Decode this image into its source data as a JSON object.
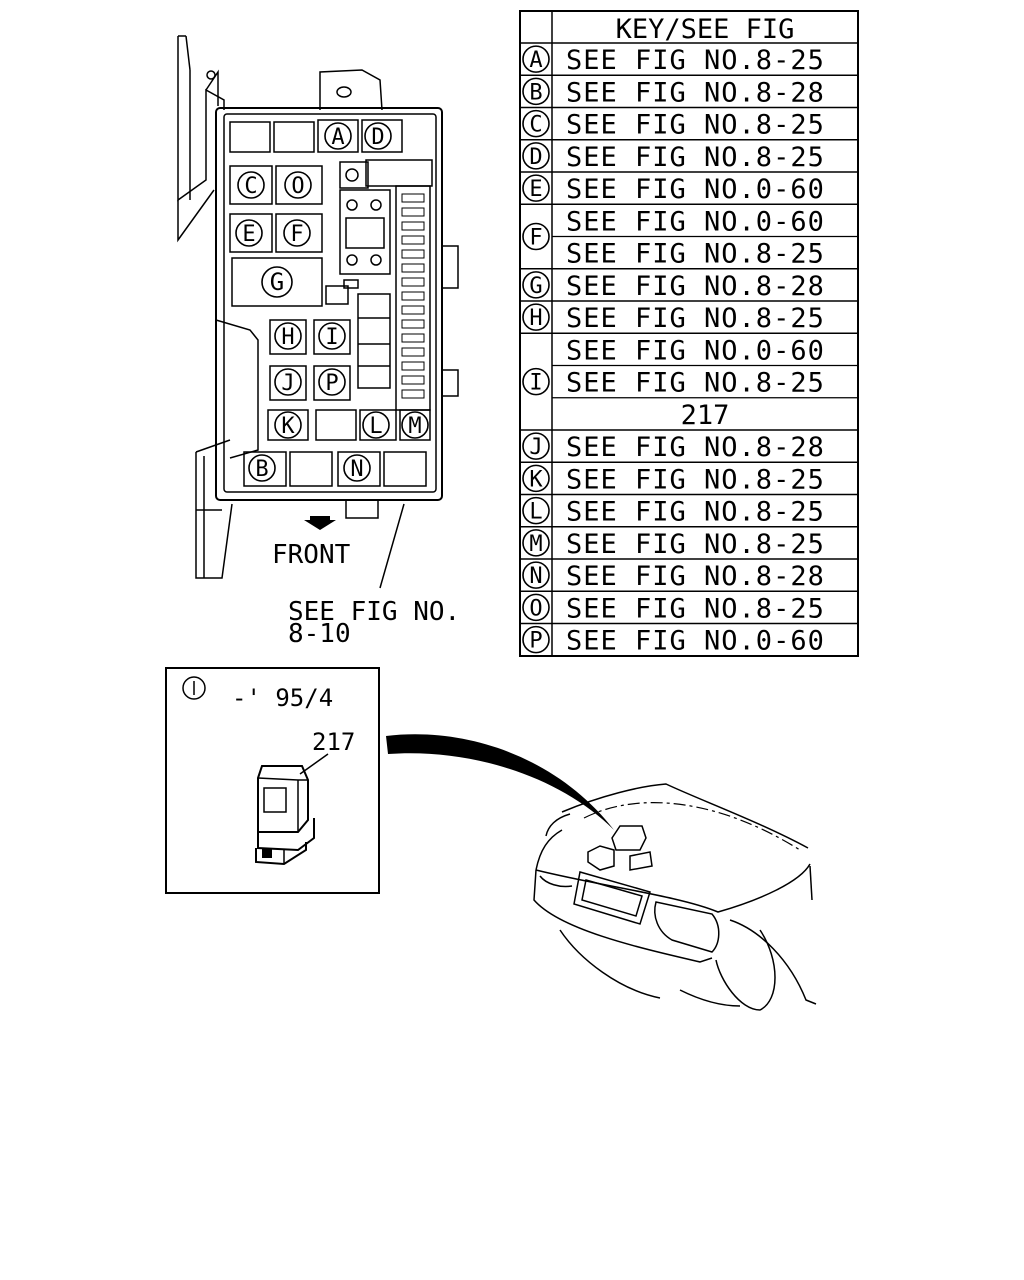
{
  "key_table": {
    "header": "KEY/SEE FIG",
    "rows": [
      {
        "key": "A",
        "refs": [
          "SEE FIG NO.8-25"
        ]
      },
      {
        "key": "B",
        "refs": [
          "SEE FIG NO.8-28"
        ]
      },
      {
        "key": "C",
        "refs": [
          "SEE FIG NO.8-25"
        ]
      },
      {
        "key": "D",
        "refs": [
          "SEE FIG NO.8-25"
        ]
      },
      {
        "key": "E",
        "refs": [
          "SEE FIG NO.0-60"
        ]
      },
      {
        "key": "F",
        "refs": [
          "SEE FIG NO.0-60",
          "SEE FIG NO.8-25"
        ]
      },
      {
        "key": "G",
        "refs": [
          "SEE FIG NO.8-28"
        ]
      },
      {
        "key": "H",
        "refs": [
          "SEE FIG NO.8-25"
        ]
      },
      {
        "key": "I",
        "refs": [
          "SEE FIG NO.0-60",
          "SEE FIG NO.8-25",
          "217"
        ]
      },
      {
        "key": "J",
        "refs": [
          "SEE FIG NO.8-28"
        ]
      },
      {
        "key": "K",
        "refs": [
          "SEE FIG NO.8-25"
        ]
      },
      {
        "key": "L",
        "refs": [
          "SEE FIG NO.8-25"
        ]
      },
      {
        "key": "M",
        "refs": [
          "SEE FIG NO.8-25"
        ]
      },
      {
        "key": "N",
        "refs": [
          "SEE FIG NO.8-28"
        ]
      },
      {
        "key": "O",
        "refs": [
          "SEE FIG NO.8-25"
        ]
      },
      {
        "key": "P",
        "refs": [
          "SEE FIG NO.0-60"
        ]
      }
    ]
  },
  "fuse_box": {
    "front_label": "FRONT",
    "see_fig_line1": "SEE FIG NO.",
    "see_fig_line2": "8-10",
    "slot_labels": [
      "A",
      "D",
      "C",
      "O",
      "E",
      "F",
      "G",
      "H",
      "I",
      "J",
      "P",
      "K",
      "L",
      "M",
      "B",
      "N"
    ]
  },
  "detail": {
    "key": "I",
    "date_range": "-' 95/4",
    "part_number": "217"
  }
}
